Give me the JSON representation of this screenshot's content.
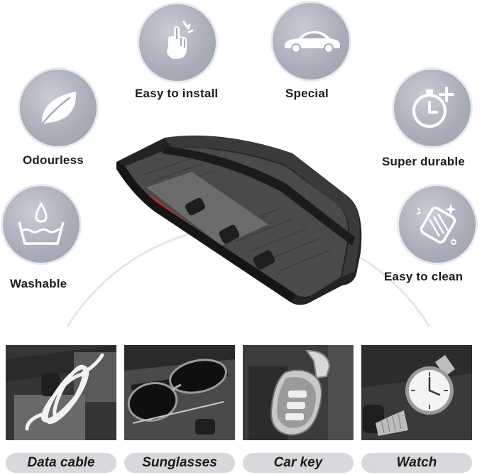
{
  "features": [
    {
      "id": "easy-to-install",
      "label": "Easy to install",
      "icon": "hand-gesture-icon"
    },
    {
      "id": "special",
      "label": "Special",
      "icon": "car-icon"
    },
    {
      "id": "odourless",
      "label": "Odourless",
      "icon": "leaf-icon"
    },
    {
      "id": "super-durable",
      "label": "Super durable",
      "icon": "stopwatch-plus-icon"
    },
    {
      "id": "washable",
      "label": "Washable",
      "icon": "wash-basin-icon"
    },
    {
      "id": "easy-to-clean",
      "label": "Easy to clean",
      "icon": "wiping-hand-icon"
    }
  ],
  "product": {
    "name": "storage-tray",
    "icon": "console-tray-image"
  },
  "uses": [
    {
      "label": "Data cable",
      "icon": "coiled-cable-image"
    },
    {
      "label": "Sunglasses",
      "icon": "sunglasses-image"
    },
    {
      "label": "Car key",
      "icon": "car-key-fob-image"
    },
    {
      "label": "Watch",
      "icon": "wristwatch-image"
    }
  ],
  "colors": {
    "icon_circle": "#a8acb9",
    "label_text": "#1d1d1d",
    "caption_bg": "#d9d9dd",
    "tray": "#2b2b2b",
    "accent_red": "#c0302c"
  }
}
